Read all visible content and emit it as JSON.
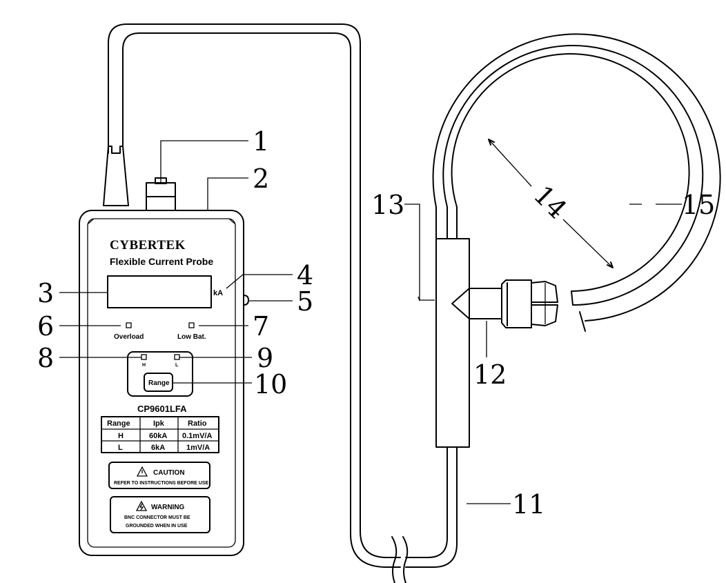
{
  "device": {
    "brand": "CYBERTEK",
    "subtitle": "Flexible Current Probe",
    "display_unit": "kA",
    "model": "CP9601LFA",
    "indicators": {
      "overload": "Overload",
      "low_battery": "Low Bat.",
      "high": "H",
      "low": "L"
    },
    "range_button": "Range",
    "table": {
      "headers": [
        "Range",
        "Ipk",
        "Ratio"
      ],
      "rows": [
        [
          "H",
          "60kA",
          "0.1mV/A"
        ],
        [
          "L",
          "6kA",
          "1mV/A"
        ]
      ]
    },
    "caution": {
      "title": "CAUTION",
      "text": "REFER TO INSTRUCTIONS BEFORE USE"
    },
    "warning": {
      "title": "WARNING",
      "line1": "BNC CONNECTOR MUST BE",
      "line2": "GROUNDED WHEN IN USE"
    }
  },
  "callouts": [
    "1",
    "2",
    "3",
    "4",
    "5",
    "6",
    "7",
    "8",
    "9",
    "10",
    "11",
    "12",
    "13",
    "14",
    "15"
  ]
}
